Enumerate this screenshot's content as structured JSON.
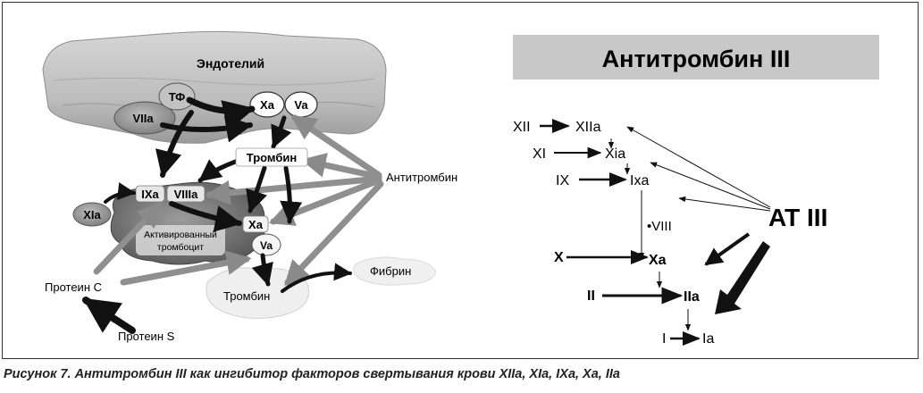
{
  "left_diagram": {
    "endothelium": "Эндотелий",
    "tf": "ТФ",
    "viia": "VIIa",
    "xa_top": "Xa",
    "va_top": "Va",
    "thrombin_top": "Тромбин",
    "antithrombin": "Антитромбин",
    "ixa": "IXa",
    "viiia": "VIIIa",
    "xia": "XIa",
    "xa_mid": "Xa",
    "va_mid": "Va",
    "platelet_line1": "Активированный",
    "platelet_line2": "тромбоцит",
    "protein_c": "Протеин С",
    "protein_s": "Протеин S",
    "thrombin_bottom": "Тромбин",
    "fibrin": "Фибрин"
  },
  "right_diagram": {
    "title": "Антитромбин III",
    "at3": "AT III",
    "xii": "XII",
    "xiia": "XIIa",
    "xi": "XI",
    "xia": "Xia",
    "ix": "IX",
    "ixa": "Ixa",
    "viii": "•VIII",
    "x": "X",
    "xa": "Xa",
    "ii": "II",
    "iia": "IIa",
    "i": "I",
    "ia": "Ia"
  },
  "caption": "Рисунок 7. Антитромбин III как ингибитор факторов свертывания крови XIIa, XIa, IXa, Xa, IIa"
}
